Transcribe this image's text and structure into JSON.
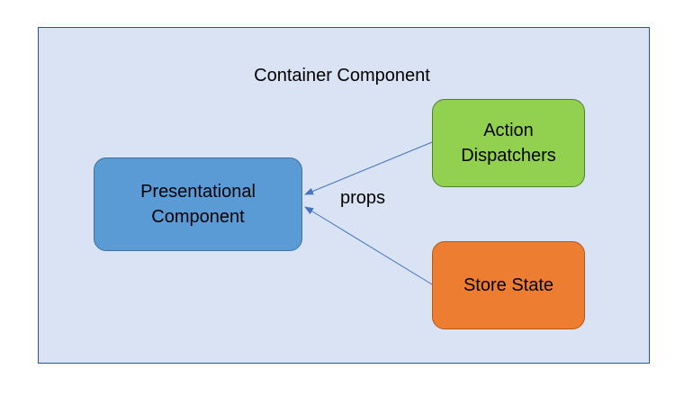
{
  "diagram": {
    "container": {
      "title": "Container Component"
    },
    "nodes": {
      "presentational": {
        "label": "Presentational\nComponent",
        "color": "#5b9bd5"
      },
      "action": {
        "label": "Action\nDispatchers",
        "color": "#92d050"
      },
      "store": {
        "label": "Store State",
        "color": "#ed7d31"
      }
    },
    "edges": [
      {
        "from": "action",
        "to": "presentational"
      },
      {
        "from": "store",
        "to": "presentational"
      }
    ],
    "edge_label": "props",
    "colors": {
      "container_fill": "#dae3f3",
      "container_border": "#2f5597",
      "arrow": "#4472c4"
    }
  }
}
